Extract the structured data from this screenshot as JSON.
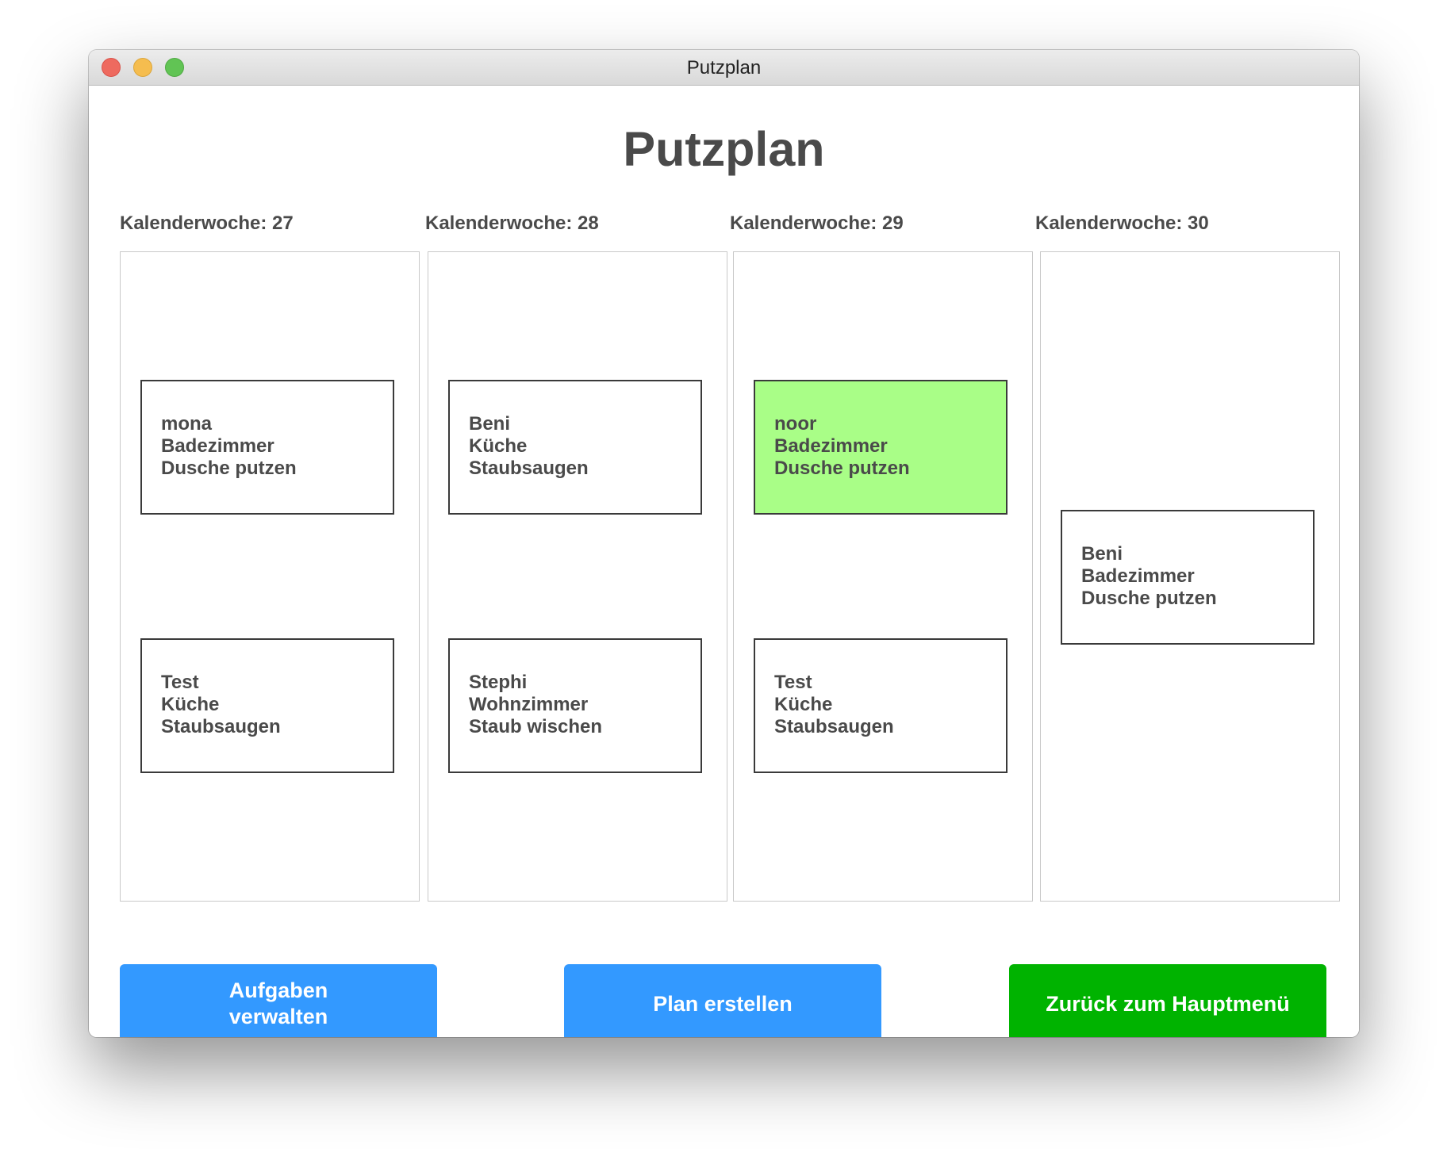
{
  "window": {
    "title": "Putzplan"
  },
  "header": {
    "title": "Putzplan"
  },
  "weeks": [
    {
      "label": "Kalenderwoche: 27",
      "tasks": [
        {
          "person": "mona",
          "room": "Badezimmer",
          "task": "Dusche putzen",
          "highlighted": false
        },
        {
          "person": "Test",
          "room": "Küche",
          "task": "Staubsaugen",
          "highlighted": false
        }
      ]
    },
    {
      "label": "Kalenderwoche: 28",
      "tasks": [
        {
          "person": "Beni",
          "room": "Küche",
          "task": "Staubsaugen",
          "highlighted": false
        },
        {
          "person": "Stephi",
          "room": "Wohnzimmer",
          "task": "Staub wischen",
          "highlighted": false
        }
      ]
    },
    {
      "label": "Kalenderwoche: 29",
      "tasks": [
        {
          "person": "noor",
          "room": "Badezimmer",
          "task": "Dusche putzen",
          "highlighted": true
        },
        {
          "person": "Test",
          "room": "Küche",
          "task": "Staubsaugen",
          "highlighted": false
        }
      ]
    },
    {
      "label": "Kalenderwoche: 30",
      "tasks": [
        {
          "person": "Beni",
          "room": "Badezimmer",
          "task": "Dusche putzen",
          "highlighted": false
        }
      ]
    }
  ],
  "buttons": {
    "manage_tasks": "Aufgaben\nverwalten",
    "create_plan": "Plan erstellen",
    "back_to_menu": "Zurück zum Hauptmenü"
  },
  "colors": {
    "highlight": "#a9fe87",
    "primary_button": "#3399ff",
    "back_button": "#00b300",
    "text": "#4a4a4a"
  }
}
